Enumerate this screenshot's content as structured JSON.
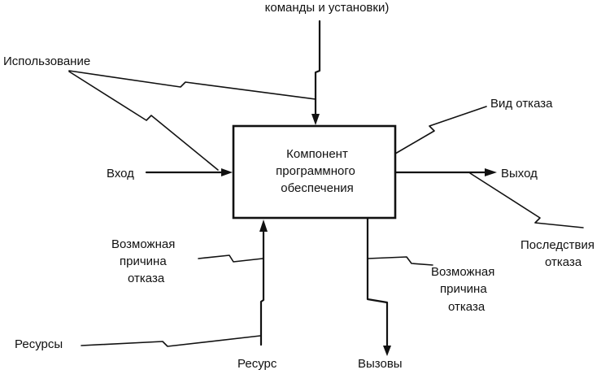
{
  "diagram": {
    "top_label": "команды и установки)",
    "box_lines": [
      "Компонент",
      "программного",
      "обеспечения"
    ],
    "left_labels": {
      "usage": "Использование",
      "input": "Вход",
      "possible_cause": [
        "Возможная",
        "причина",
        "отказа"
      ],
      "resources": "Ресурсы"
    },
    "right_labels": {
      "failure_type": "Вид отказа",
      "output": "Выход",
      "consequences": [
        "Последствия",
        "отказа"
      ],
      "possible_cause": [
        "Возможная",
        "причина",
        "отказа"
      ]
    },
    "bottom_labels": {
      "resource": "Ресурс",
      "calls": "Вызовы"
    }
  }
}
